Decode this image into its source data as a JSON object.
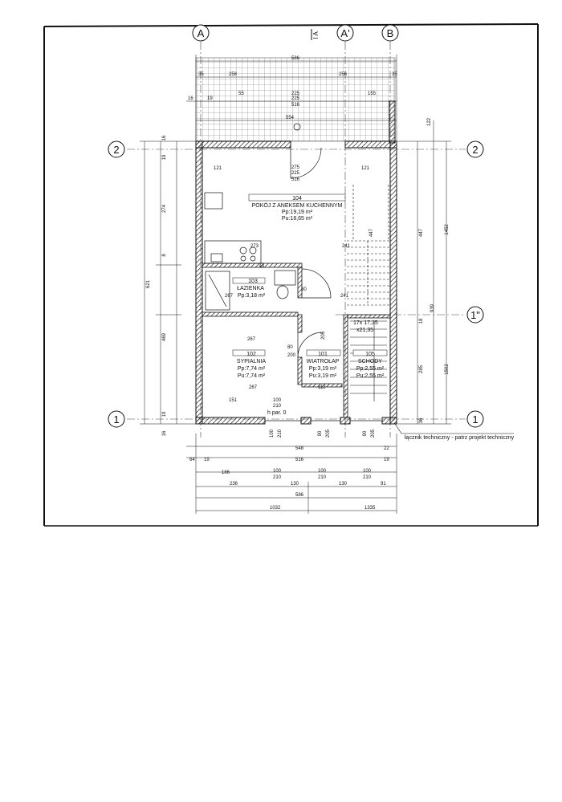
{
  "axes": {
    "top": [
      "A",
      "A'",
      "B"
    ],
    "left": [
      "2",
      "1"
    ],
    "right": [
      "2",
      "1\"",
      "1"
    ],
    "section_mark": "I A"
  },
  "rooms": [
    {
      "id": "room-104",
      "number": "104",
      "name": "POKÓJ Z ANEKSEM KUCHENNYM",
      "pp": "Pp:19,19 m²",
      "pu": "Pu:18,65 m²"
    },
    {
      "id": "room-103",
      "number": "103",
      "name": "ŁAZIENKA",
      "pp": "Pp:3,18 m²"
    },
    {
      "id": "room-102",
      "number": "102",
      "name": "SYPIALNIA",
      "pp": "Pp:7,74 m²",
      "pu": "Pu:7,74 m²"
    },
    {
      "id": "room-101",
      "number": "101",
      "name": "WIATROŁAP",
      "pp": "Pp:3,19 m²",
      "pu": "Pu:3,19 m²"
    },
    {
      "id": "room-105",
      "number": "105",
      "name": "SCHODY",
      "pp": "Pp:2,55 m²",
      "pu": "Pu:2,55 m²"
    }
  ],
  "stairs": {
    "line1": "17x 17,35",
    "line2": "x21,35"
  },
  "notes": {
    "meter": "łącznik techniczny - patrz projekt techniczny",
    "sill": "h par. 0"
  },
  "dims": {
    "top_586": "586",
    "top_35a": "35",
    "top_258a": "258",
    "top_256": "256",
    "top_35b": "35",
    "top_16": "16",
    "top_19": "19",
    "top_55": "55",
    "top_225a": "225",
    "top_155": "155",
    "top_225b": "225",
    "top_516a": "516",
    "top_554": "554",
    "top_122": "122",
    "room_121a": "121",
    "room_275": "275",
    "room_121b": "121",
    "room_225": "225",
    "room_516": "516",
    "l_16a": "16",
    "l_19a": "19",
    "l_274": "274",
    "l_8": "8",
    "l_621": "621",
    "l_469": "469",
    "l_19b": "19",
    "l_16b": "16",
    "r_447a": "447",
    "r_447b": "447",
    "r_18": "18",
    "r_939": "939",
    "r_285": "285",
    "r_36": "36",
    "r_1452": "1452",
    "r_1502": "1502",
    "i_273": "273",
    "i_80a": "80",
    "i_241a": "241",
    "i_241b": "241",
    "i_267a": "267",
    "i_267b": "267",
    "i_267c": "267",
    "i_80b": "80",
    "i_200": "200",
    "i_151": "151",
    "i_100a": "100",
    "i_210a": "210",
    "i_112": "112",
    "i_205": "205",
    "b_100a": "100",
    "b_210a": "210",
    "b_90a": "90",
    "b_205a": "205",
    "b_90b": "90",
    "b_205b": "205",
    "b_548": "548",
    "b_516": "516",
    "b_22": "22",
    "b_19a": "19",
    "b_19b": "19",
    "b_64": "64",
    "b_186": "186",
    "b_100b": "100",
    "b_210b": "210",
    "b_100c": "100",
    "b_210c": "210",
    "b_100d": "100",
    "b_210d": "210",
    "b_236": "236",
    "b_130a": "130",
    "b_130b": "130",
    "b_91": "91",
    "b_586": "586",
    "b_1032": "1032",
    "b_1335": "1335"
  }
}
